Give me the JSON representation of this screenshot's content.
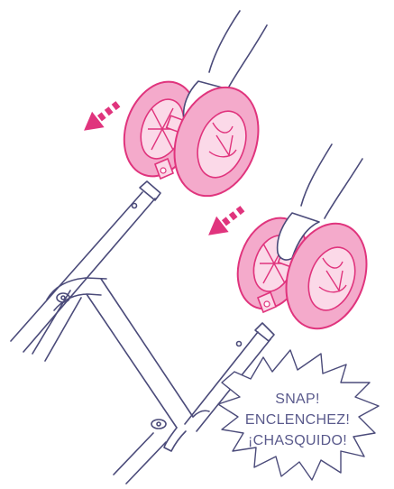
{
  "colors": {
    "outline": "#4b4b7a",
    "accent": "#e0347d",
    "accent_fill": "#f4aacb",
    "accent_light": "#fbd9e8",
    "sound_text": "#5a5a8c"
  },
  "icons": {
    "direction": "dashed-arrow-icon",
    "sound_burst": "starburst-icon"
  },
  "sound_callout": {
    "line1": "SNAP!",
    "line2": "ENCLENCHEZ!",
    "line3": "¡CHASQUIDO!"
  }
}
